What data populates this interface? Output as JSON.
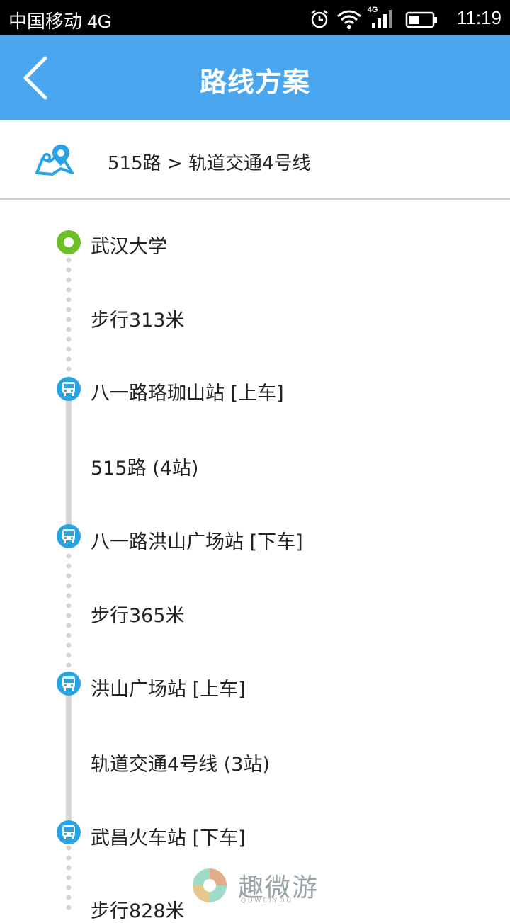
{
  "status_bar": {
    "carrier": "中国移动 4G",
    "network_badge": "4G",
    "time": "11:19"
  },
  "app_bar": {
    "title": "路线方案",
    "back_icon": "chevron-left-icon"
  },
  "summary": {
    "icon": "map-pin-icon",
    "route_text": "515路 > 轨道交通4号线"
  },
  "steps": [
    {
      "text": "武汉大学",
      "kind": "start"
    },
    {
      "text": "步行313米",
      "kind": "walk"
    },
    {
      "text": "八一路珞珈山站 [上车]",
      "kind": "board"
    },
    {
      "text": "515路 (4站)",
      "kind": "ride"
    },
    {
      "text": "八一路洪山广场站 [下车]",
      "kind": "alight"
    },
    {
      "text": "步行365米",
      "kind": "walk"
    },
    {
      "text": "洪山广场站 [上车]",
      "kind": "board"
    },
    {
      "text": "轨道交通4号线 (3站)",
      "kind": "ride"
    },
    {
      "text": "武昌火车站 [下车]",
      "kind": "alight"
    },
    {
      "text": "步行828米",
      "kind": "walk"
    }
  ],
  "watermark": {
    "text": "趣微游",
    "sub": "QUWEIYOU"
  },
  "colors": {
    "app_bar": "#4aa7ef",
    "start_node": "#6cbf24",
    "bus_node": "#27a3e6",
    "line": "#d6d6d6"
  }
}
